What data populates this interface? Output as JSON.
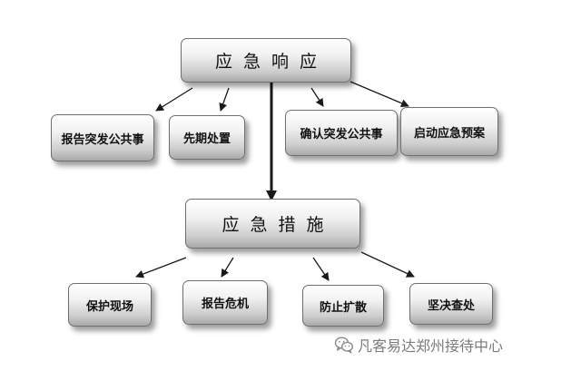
{
  "top": {
    "title": "应急响应"
  },
  "response_steps": [
    "报告突发公共事",
    "先期处置",
    "确认突发公共事",
    "启动应急预案"
  ],
  "middle": {
    "title": "应急措施"
  },
  "measures": [
    "保护现场",
    "报告危机",
    "防止扩散",
    "坚决查处"
  ],
  "watermark": {
    "text": "凡客易达郑州接待中心",
    "icon": "wechat-icon"
  }
}
